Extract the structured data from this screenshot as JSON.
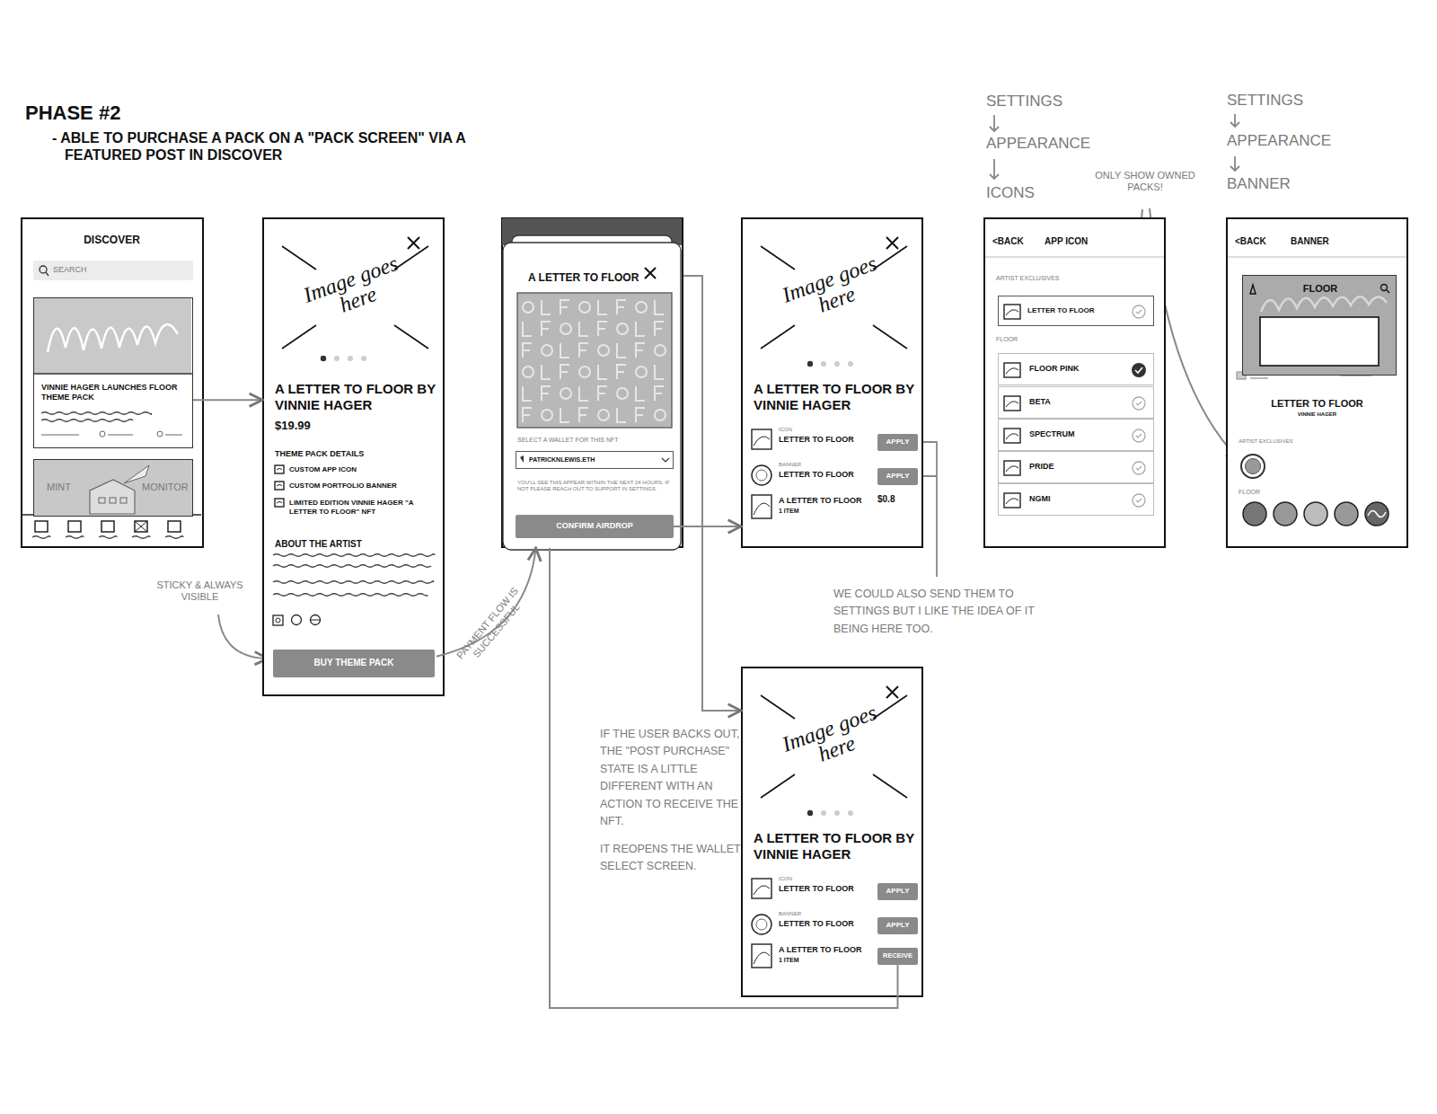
{
  "diagram": {
    "title": "PHASE #2",
    "nodes": [
      {
        "text": [
          "DISCOVER"
        ]
      },
      {
        "text": [
          "SEARCH"
        ],
        "in": 0
      },
      {
        "text": [
          "VINNIE HAGER LAUNCHES FLOOR THEME PACK"
        ],
        "in": 0
      },
      {
        "text": [
          "MINT",
          "MONITOR"
        ],
        "in": 0
      },
      {
        "text": [
          "A LETTER TO FLOOR BY VINNIE HAGER",
          "$19.99",
          "THEME PACK DETAILS",
          "CUSTOM APP ICON",
          "CUSTOM PORTFOLIO BANNER",
          "LIMITED EDITION VINNIE HAGER \"A LETTER TO FLOOR\" NFT",
          "ABOUT THE ARTIST"
        ]
      },
      {
        "text": [
          "Image goes here"
        ],
        "in": 4
      },
      {
        "text": [
          "BUY THEME PACK"
        ],
        "in": 4
      },
      {
        "text": [
          "A LETTER TO FLOOR",
          "SELECT A WALLET FOR THIS NFT",
          "YOU'LL SEE THIS APPEAR WITHIN THE NEXT 24 HOURS. IF NOT PLEASE REACH OUT TO SUPPORT IN SETTINGS."
        ]
      },
      {
        "text": [
          "PATRICKNLEWIS.ETH"
        ],
        "in": 7
      },
      {
        "text": [
          "CONFIRM AIRDROP"
        ],
        "in": 7
      },
      {
        "text": [
          "A LETTER TO FLOOR BY VINNIE HAGER",
          "ICON",
          "LETTER TO FLOOR",
          "BANNER",
          "LETTER TO FLOOR",
          "A LETTER TO FLOOR",
          "1 ITEM",
          "$0.8"
        ]
      },
      {
        "text": [
          "Image goes here"
        ],
        "in": 10
      },
      {
        "text": [
          "APPLY"
        ],
        "in": 10
      },
      {
        "text": [
          "APPLY"
        ],
        "in": 10
      },
      {
        "text": [
          "<BACK",
          "APP ICON",
          "ARTIST EXCLUSIVES",
          "FLOOR"
        ]
      },
      {
        "text": [
          "LETTER TO FLOOR"
        ],
        "in": 14
      },
      {
        "text": [
          "FLOOR PINK"
        ],
        "in": 14
      },
      {
        "text": [
          "BETA"
        ],
        "in": 14
      },
      {
        "text": [
          "SPECTRUM"
        ],
        "in": 14
      },
      {
        "text": [
          "PRIDE"
        ],
        "in": 14
      },
      {
        "text": [
          "NGMI"
        ],
        "in": 14
      },
      {
        "text": [
          "<BACK",
          "BANNER",
          "LETTER TO FLOOR",
          "VINNIE HAGER",
          "ARTIST EXCLUSIVES",
          "FLOOR"
        ]
      },
      {
        "text": [
          "FLOOR"
        ],
        "in": 21
      },
      {
        "text": [
          "A LETTER TO FLOOR BY VINNIE HAGER",
          "ICON",
          "LETTER TO FLOOR",
          "BANNER",
          "LETTER TO FLOOR",
          "A LETTER TO FLOOR",
          "1 ITEM"
        ]
      },
      {
        "text": [
          "Image goes here"
        ],
        "in": 23
      },
      {
        "text": [
          "APPLY"
        ],
        "in": 23
      },
      {
        "text": [
          "APPLY"
        ],
        "in": 23
      },
      {
        "text": [
          "RECEIVE"
        ],
        "in": 23
      }
    ],
    "edges": [
      {
        "from": 2,
        "to": 4,
        "arrow": "to"
      },
      {
        "from": 6,
        "to": 7,
        "label": "PAYMENT FLOW IS SUCCESSFUL",
        "arrow": "to"
      },
      {
        "from": 9,
        "to": 10,
        "arrow": "to"
      },
      {
        "from": 7,
        "to": 23,
        "arrow": "to"
      },
      {
        "from": 27,
        "to": 7,
        "arrow": "none"
      }
    ],
    "labels": [
      "- ABLE TO PURCHASE A PACK ON A \"PACK SCREEN\" VIA A FEATURED POST IN DISCOVER",
      "SETTINGS",
      "APPEARANCE",
      "ICONS",
      "ONLY SHOW OWNED PACKS!",
      "SETTINGS",
      "APPEARANCE",
      "BANNER",
      "STICKY & ALWAYS VISIBLE",
      "WE COULD ALSO SEND THEM TO SETTINGS BUT I LIKE THE IDEA OF IT BEING HERE TOO.",
      "IF THE USER BACKS OUT, THE \"POST PURCHASE\" STATE IS A LITTLE DIFFERENT WITH AN ACTION TO RECEIVE THE NFT.",
      "IT REOPENS THE WALLET SELECT SCREEN."
    ]
  }
}
